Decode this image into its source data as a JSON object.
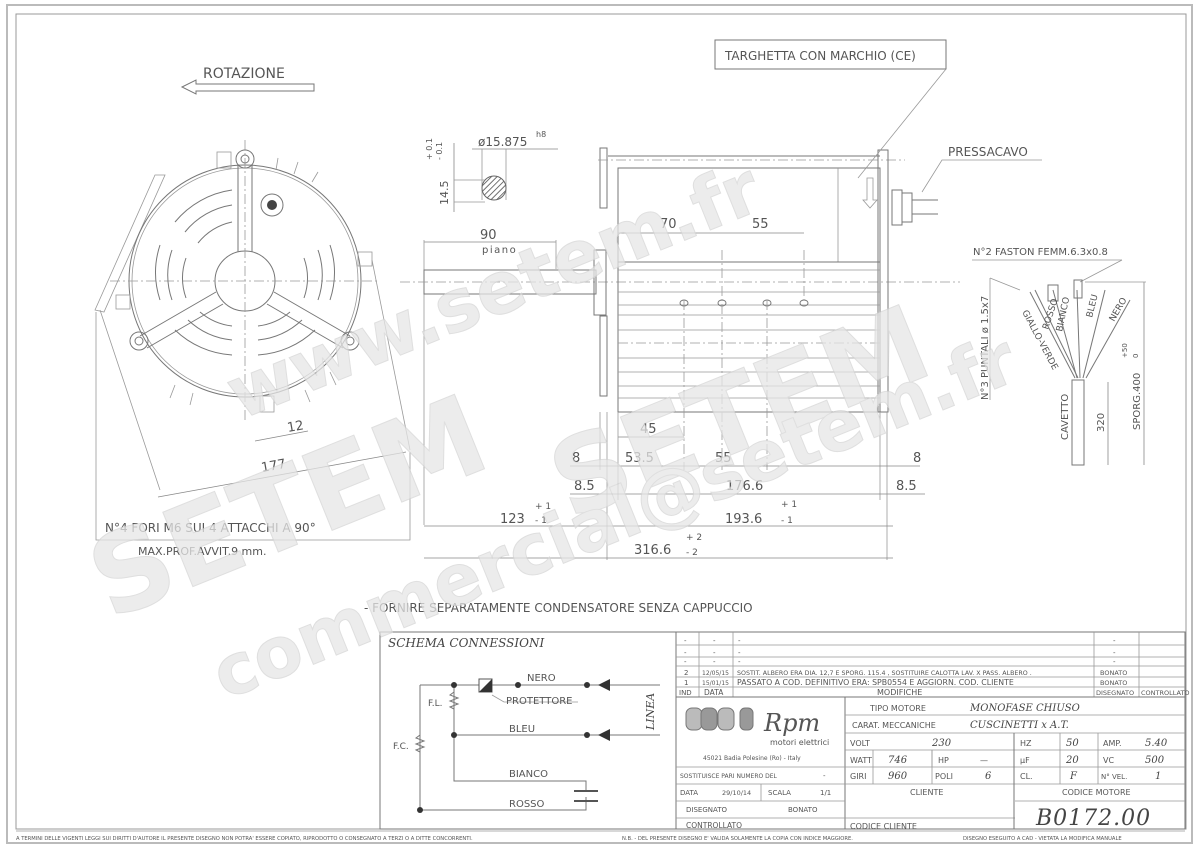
{
  "drawing": {
    "rotation_label": "ROTAZIONE",
    "nameplate_callout": "TARGHETTA CON MARCHIO (CE)",
    "cable_gland_callout": "PRESSACAVO",
    "shaft": {
      "diameter": "ø15.875",
      "tolerance_class": "h8",
      "flat_height": "14.5",
      "flat_tol_plus": "+ 0.1",
      "flat_tol_minus": "- 0.1",
      "flat_length": "90",
      "flat_label": "piano"
    },
    "front_view": {
      "dim_177": "177",
      "dim_12": "12",
      "note_holes": "N°4 FORI M6 SUI 4 ATTACCHI A 90°",
      "note_depth": "MAX.PROF.AVVIT.9 mm."
    },
    "side_view": {
      "dim_70": "70",
      "dim_55_top": "55",
      "dim_45": "45",
      "dim_53_5": "53.5",
      "dim_55_bottom": "55",
      "dim_8_left": "8",
      "dim_8_right": "8",
      "dim_8_5_left": "8.5",
      "dim_8_5_right": "8.5",
      "dim_176_6": "176.6",
      "dim_193_6": "193.6",
      "dim_193_6_tol_plus": "+ 1",
      "dim_193_6_tol_minus": "- 1",
      "dim_123": "123",
      "dim_123_tol_plus": "+ 1",
      "dim_123_tol_minus": "- 1",
      "dim_316_6": "316.6",
      "dim_316_6_tol_plus": "+ 2",
      "dim_316_6_tol_minus": "- 2"
    },
    "cable": {
      "faston_note": "N°2 FASTON FEMM.6.3x0.8",
      "tips_note": "N°3 PUNTALI ø 1.5x7",
      "wires": [
        "GIALLO-VERDE",
        "ROSSO",
        "BIANCO",
        "BLEU",
        "NERO"
      ],
      "cable_label": "CAVETTO",
      "cable_length": "320",
      "protrusion_label": "SPORG.400",
      "protrusion_tol_plus": "+50",
      "protrusion_tol_minus": "0"
    },
    "capacitor_note": "- FORNIRE SEPARATAMENTE CONDENSATORE SENZA CAPPUCCIO"
  },
  "schema": {
    "title": "SCHEMA CONNESSIONI",
    "nero": "NERO",
    "protettore": "PROTETTORE",
    "bleu": "BLEU",
    "bianco": "BIANCO",
    "rosso": "ROSSO",
    "fl": "F.L.",
    "fc": "F.C.",
    "linea": "LINEA"
  },
  "revisions": {
    "rows": [
      {
        "ind": "-",
        "data": "-",
        "modifiche": "-",
        "disegnato": "-",
        "controllato": ""
      },
      {
        "ind": "-",
        "data": "-",
        "modifiche": "-",
        "disegnato": "-",
        "controllato": ""
      },
      {
        "ind": "-",
        "data": "-",
        "modifiche": "-",
        "disegnato": "-",
        "controllato": ""
      },
      {
        "ind": "2",
        "data": "12/05/15",
        "modifiche": "SOSTIT. ALBERO ERA DIA. 12,7 E SPORG. 115.4 , SOSTITUIRE CALOTTA LAV. X PASS. ALBERO .",
        "disegnato": "BONATO",
        "controllato": ""
      },
      {
        "ind": "1",
        "data": "15/01/15",
        "modifiche": "PASSATO A COD. DEFINITIVO ERA: SPB0554  E AGGIORN. COD. CLIENTE",
        "disegnato": "BONATO",
        "controllato": ""
      }
    ],
    "headers": {
      "ind": "IND",
      "data": "DATA",
      "modifiche": "MODIFICHE",
      "disegnato": "DISEGNATO",
      "controllato": "CONTROLLATO"
    }
  },
  "company": {
    "name": "Rpm",
    "subtitle": "motori elettrici",
    "address": "45021 Badia Polesine (Ro) - Italy"
  },
  "specs": {
    "tipo_motore_label": "TIPO MOTORE",
    "tipo_motore": "MONOFASE CHIUSO",
    "carat_label": "CARAT. MECCANICHE",
    "carat": "CUSCINETTI x A.T.",
    "volt_label": "VOLT",
    "volt": "230",
    "hz_label": "HZ",
    "hz": "50",
    "amp_label": "AMP.",
    "amp": "5.40",
    "watt_label": "WATT",
    "watt": "746",
    "hp_label": "HP",
    "hp": "—",
    "uf_label": "µF",
    "uf": "20",
    "vc_label": "VC",
    "vc": "500",
    "giri_label": "GIRI",
    "giri": "960",
    "poli_label": "POLI",
    "poli": "6",
    "cl_label": "CL.",
    "cl": "F",
    "nvel_label": "N° VEL.",
    "nvel": "1"
  },
  "titleblock": {
    "sostituisce_label": "SOSTITUISCE PARI NUMERO DEL",
    "sostituisce": "-",
    "data_label": "DATA",
    "data": "29/10/14",
    "scala_label": "SCALA",
    "scala": "1/1",
    "disegnato_label": "DISEGNATO",
    "disegnato": "BONATO",
    "controllato_label": "CONTROLLATO",
    "cliente_label": "CLIENTE",
    "codice_cliente_label": "CODICE CLIENTE",
    "codice_motore_label": "CODICE MOTORE",
    "codice_motore": "B0172.00"
  },
  "footer": {
    "copyright": "A TERMINI DELLE VIGENTI LEGGI SUI DIRITTI D'AUTORE IL PRESENTE DISEGNO NON POTRA' ESSERE COPIATO, RIPRODOTTO O CONSEGNATO A TERZI O A DITTE CONCORRENTI.",
    "nb": "N.B. - DEL PRESENTE DISEGNO E' VALIDA SOLAMENTE LA COPIA CON INDICE MAGGIORE.",
    "cad": "DISEGNO ESEGUITO A CAD - VIETATA LA MODIFICA MANUALE"
  },
  "watermarks": {
    "web": "www.setem.fr",
    "brand": "SETEM",
    "email": "commercial@setem.fr"
  }
}
